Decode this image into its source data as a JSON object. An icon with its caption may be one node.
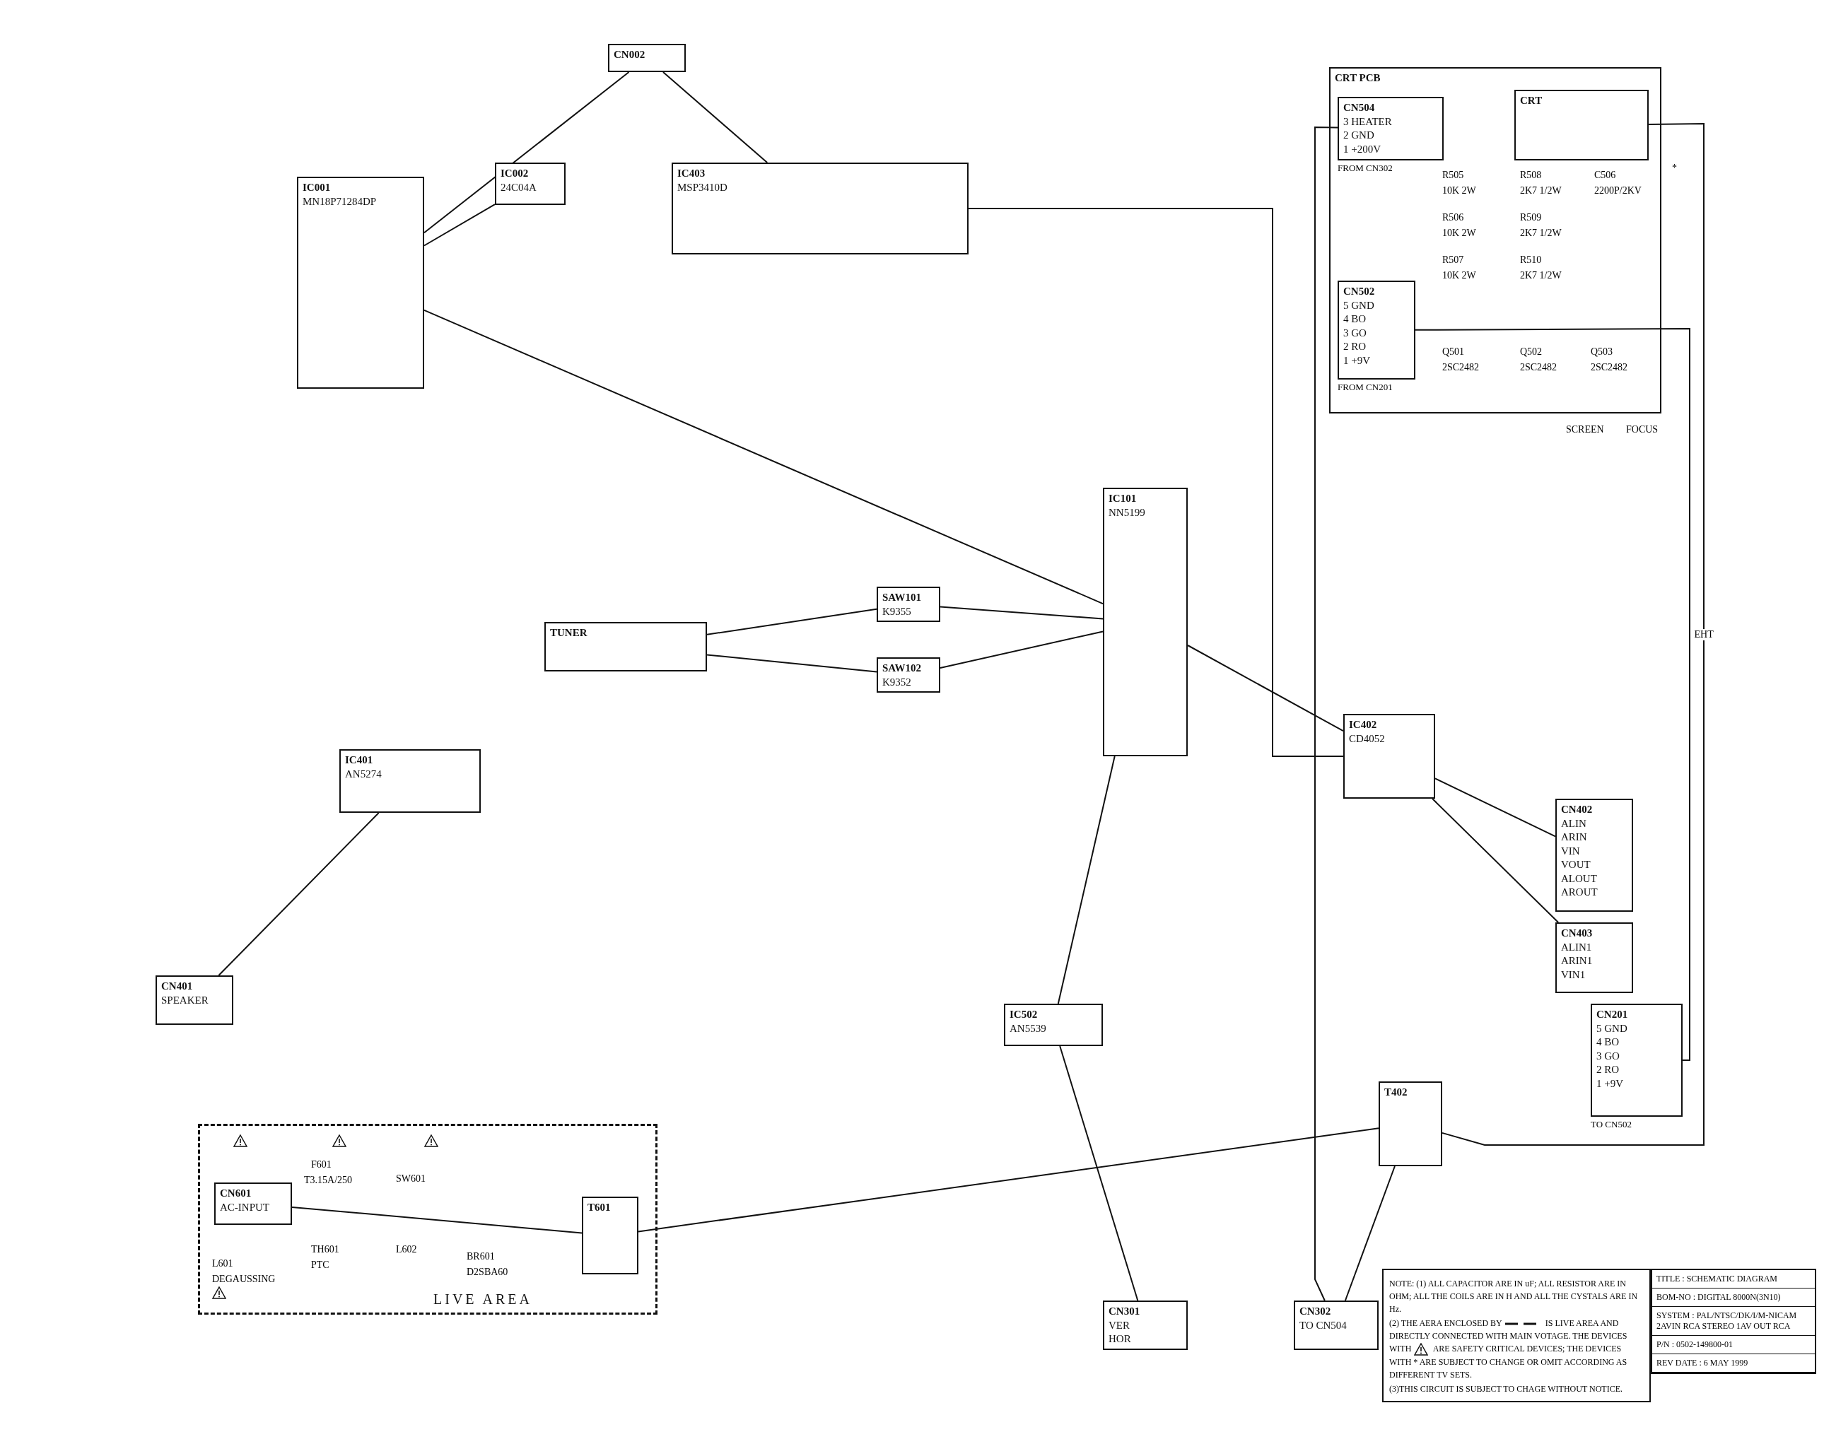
{
  "diagram": {
    "nodes": [
      {
        "text": [
          "CN002"
        ]
      },
      {
        "text": [
          "IC001",
          "MN18P71284DP"
        ]
      },
      {
        "text": [
          "IC002",
          "24C04A"
        ]
      },
      {
        "text": [
          "IC403",
          "MSP3410D"
        ]
      },
      {
        "text": [
          "TUNER"
        ]
      },
      {
        "text": [
          "SAW101",
          "K9355"
        ]
      },
      {
        "text": [
          "SAW102",
          "K9352"
        ]
      },
      {
        "text": [
          "IC101",
          "NN5199"
        ]
      },
      {
        "text": [
          "IC402",
          "CD4052"
        ]
      },
      {
        "text": [
          "IC401",
          "AN5274"
        ]
      },
      {
        "text": [
          "IC502",
          "AN5539"
        ]
      },
      {
        "text": [
          "T402"
        ]
      },
      {
        "text": [
          "LIVE AREA"
        ]
      },
      {
        "text": [
          "CN601",
          "AC-INPUT"
        ],
        "in": 12
      },
      {
        "text": [
          "T601"
        ],
        "in": 12
      },
      {
        "text": [
          "CN401",
          "SPEAKER"
        ]
      },
      {
        "text": [
          "CRT PCB"
        ]
      },
      {
        "text": [
          "CN504",
          "3 HEATER",
          "2 GND",
          "1 +200V"
        ],
        "in": 16,
        "beside": [
          "FROM CN302"
        ]
      },
      {
        "text": [
          "CN502",
          "5 GND",
          "4 BO",
          "3 GO",
          "2 RO",
          "1 +9V"
        ],
        "in": 16,
        "beside": [
          "FROM CN201"
        ]
      },
      {
        "text": [
          "CRT"
        ],
        "in": 16
      },
      {
        "text": [
          "CN402",
          "ALIN",
          "ARIN",
          "VIN",
          "VOUT",
          "ALOUT",
          "AROUT"
        ]
      },
      {
        "text": [
          "CN403",
          "ALIN1",
          "ARIN1",
          "VIN1"
        ]
      },
      {
        "text": [
          "CN201",
          "5 GND",
          "4 BO",
          "3 GO",
          "2 RO",
          "1 +9V"
        ],
        "beside": [
          "TO CN502"
        ]
      },
      {
        "text": [
          "CN301",
          "VER",
          "HOR"
        ]
      },
      {
        "text": [
          "CN302",
          "TO CN504"
        ]
      }
    ],
    "edges": [
      {
        "from": 0,
        "to": 1,
        "arrow": "none"
      },
      {
        "from": 0,
        "to": 3,
        "arrow": "none"
      },
      {
        "from": 1,
        "to": 2,
        "arrow": "none"
      },
      {
        "from": 1,
        "to": 7,
        "arrow": "none"
      },
      {
        "from": 4,
        "to": 5,
        "arrow": "none"
      },
      {
        "from": 4,
        "to": 6,
        "arrow": "none"
      },
      {
        "from": 5,
        "to": 7,
        "arrow": "none"
      },
      {
        "from": 6,
        "to": 7,
        "arrow": "none"
      },
      {
        "from": 7,
        "to": 8,
        "arrow": "none"
      },
      {
        "from": 3,
        "to": 8,
        "arrow": "none"
      },
      {
        "from": 8,
        "to": 20,
        "arrow": "none"
      },
      {
        "from": 8,
        "to": 21,
        "arrow": "none"
      },
      {
        "from": 9,
        "to": 15,
        "arrow": "none"
      },
      {
        "from": 7,
        "to": 10,
        "arrow": "none"
      },
      {
        "from": 10,
        "to": 23,
        "arrow": "none"
      },
      {
        "from": 11,
        "to": 24,
        "arrow": "none"
      },
      {
        "from": 24,
        "to": 17,
        "arrow": "none"
      },
      {
        "from": 22,
        "to": 18,
        "arrow": "none"
      },
      {
        "from": 13,
        "to": 14,
        "arrow": "none"
      },
      {
        "from": 14,
        "to": 11,
        "arrow": "none"
      },
      {
        "from": 11,
        "to": 19,
        "arrow": "none",
        "label": "EHT"
      }
    ],
    "labels": [
      "R505",
      "10K 2W",
      "R506",
      "10K 2W",
      "R507",
      "10K 2W",
      "R508",
      "2K7 1/2W",
      "R509",
      "2K7 1/2W",
      "R510",
      "2K7 1/2W",
      "Q501",
      "2SC2482",
      "Q502",
      "2SC2482",
      "Q503",
      "2SC2482",
      "C506",
      "2200P/2KV",
      "SCREEN",
      "FOCUS",
      "*",
      "F601",
      "T3.15A/250",
      "SW601",
      "TH601",
      "PTC",
      "L602",
      "BR601",
      "D2SBA60",
      "L601",
      "DEGAUSSING",
      "NOTE: (1) ALL CAPACITOR ARE IN uF; ALL RESISTOR ARE IN OHM; ALL THE COILS ARE IN H AND ALL THE CYSTALS ARE IN Hz.",
      "(2) THE AERA ENCLOSED BY",
      "IS LIVE AREA AND DIRECTLY CONNECTED WITH MAIN VOTAGE. THE DEVICES WITH",
      "ARE SAFETY CRITICAL DEVICES; THE DEVICES WITH",
      "*",
      "ARE SUBJECT TO CHANGE OR OMIT ACCORDING AS DIFFERENT TV SETS.",
      "(3)THIS CIRCUIT IS SUBJECT TO CHAGE WITHOUT NOTICE.",
      "TITLE : SCHEMATIC DIAGRAM",
      "BOM-NO : DIGITAL 8000N(3N10)",
      "SYSTEM : PAL/NTSC/DK/I/M-NICAM 2AVIN RCA STEREO 1AV OUT RCA",
      "P/N : 0502-149800-01",
      "REV DATE : 6 MAY 1999"
    ]
  }
}
